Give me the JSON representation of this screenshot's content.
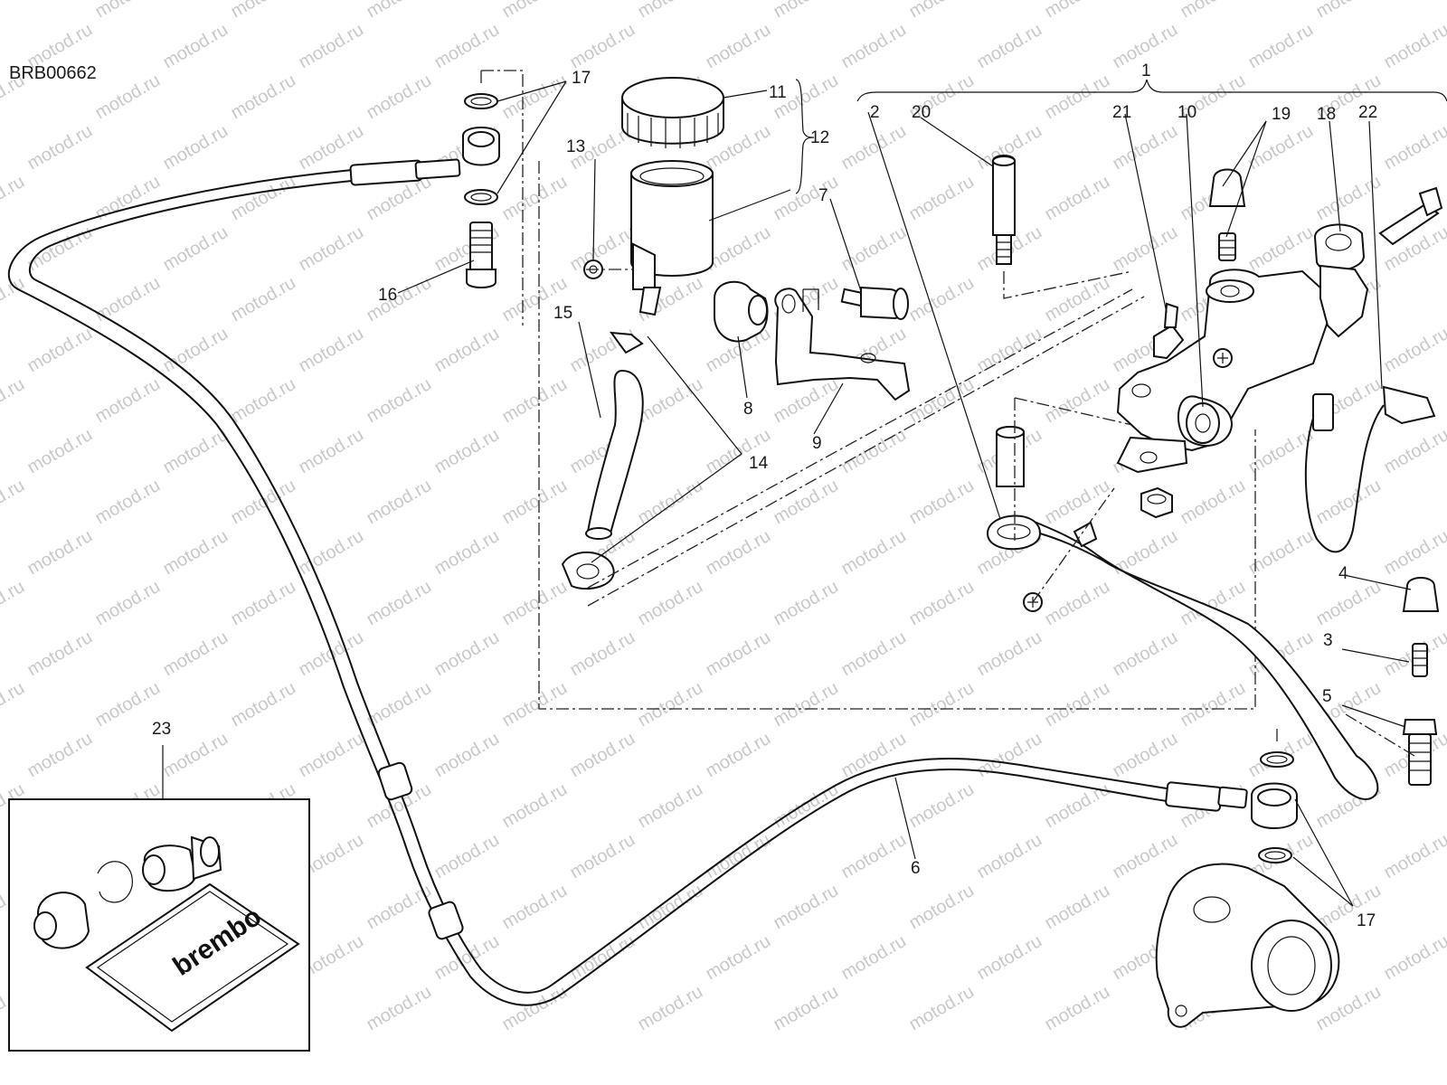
{
  "diagram_code": "BRB00662",
  "watermark": "motod.ru",
  "brand_logo": "brembo",
  "labels": {
    "l1": "1",
    "l2": "2",
    "l3": "3",
    "l4": "4",
    "l5": "5",
    "l6": "6",
    "l7": "7",
    "l8": "8",
    "l9": "9",
    "l10": "10",
    "l11": "11",
    "l12": "12",
    "l13": "13",
    "l14": "14",
    "l15": "15",
    "l16": "16",
    "l17a": "17",
    "l17b": "17",
    "l18": "18",
    "l19": "19",
    "l20": "20",
    "l21": "21",
    "l22": "22",
    "l23": "23"
  }
}
